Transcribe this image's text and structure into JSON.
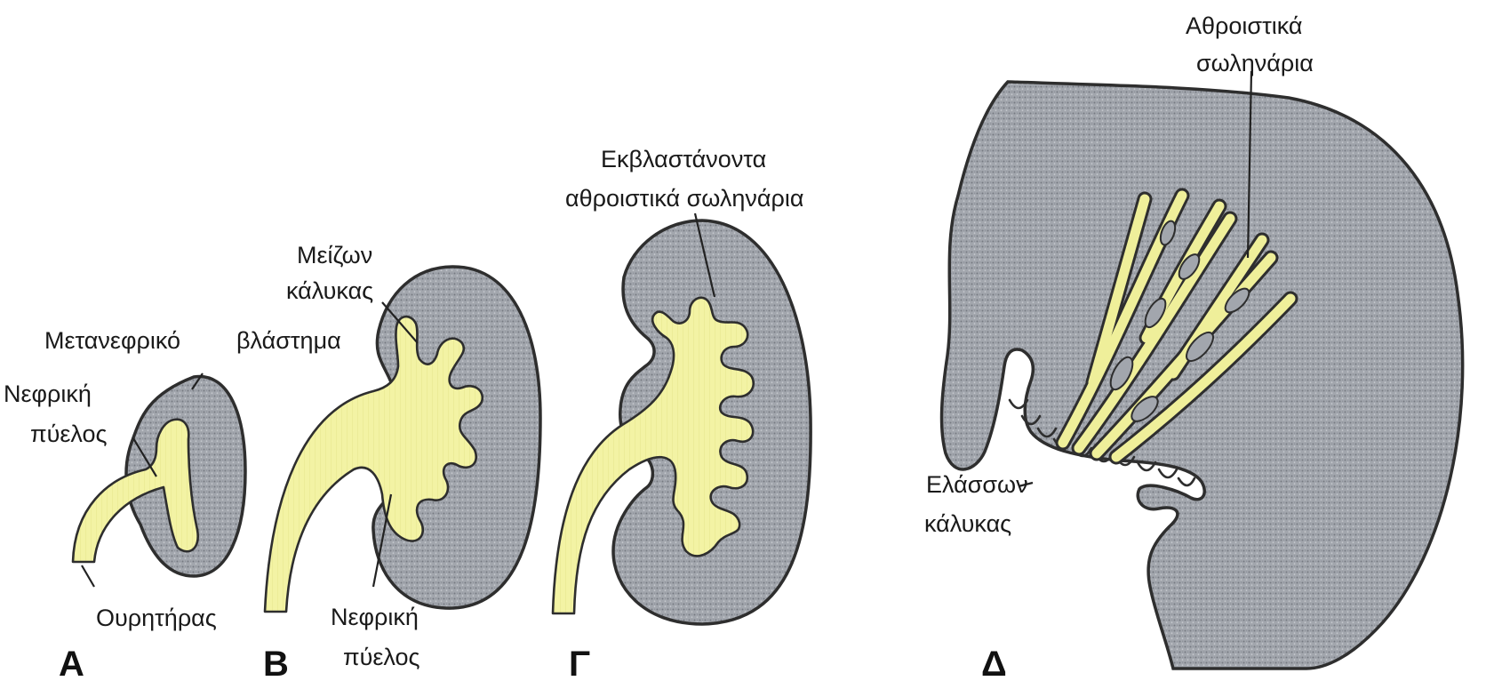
{
  "panels": {
    "A": "Α",
    "B": "Β",
    "C": "Γ",
    "D": "Δ"
  },
  "labels": {
    "metanephric_blastema_1": "Μετανεφρικό",
    "metanephric_blastema_2": "βλάστημα",
    "renal_pelvis_a_1": "Νεφρική",
    "renal_pelvis_a_2": "πύελος",
    "ureter": "Ουρητήρας",
    "major_calyx_1": "Μείζων",
    "major_calyx_2": "κάλυκας",
    "renal_pelvis_b_1": "Νεφρική",
    "renal_pelvis_b_2": "πύελος",
    "budding_tubules_1": "Εκβλαστάνοντα",
    "budding_tubules_2": "αθροιστικά σωληνάρια",
    "collecting_tubules_1": "Αθροιστικά",
    "collecting_tubules_2": "σωληνάρια",
    "minor_calyx_1": "Ελάσσων",
    "minor_calyx_2": "κάλυκας"
  },
  "colors": {
    "duct_yellow": "#f4f4a6",
    "tissue_gray": "#9a9ea6",
    "outline": "#2e2e2e"
  }
}
